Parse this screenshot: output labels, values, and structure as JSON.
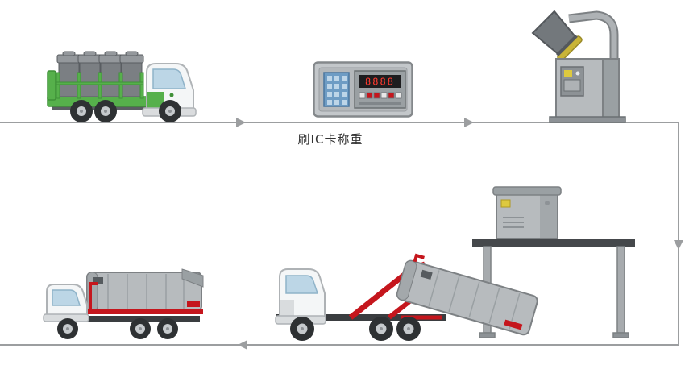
{
  "diagram": {
    "label_weigh_station": "刷IC卡称重",
    "led_display": "8888",
    "colors": {
      "flow_line": "#9c9ea0",
      "truck_green": "#56b04b",
      "machine_gray": "#b7bbbe",
      "accent_red": "#c5161d",
      "led_red": "#ff3a2f",
      "keypad_blue": "#6e9cc4",
      "canopy_beam": "#45484b",
      "window_blue": "#bcd6e6",
      "yellow_label": "#ddc93f"
    },
    "nodes": {
      "collection_truck": "garbage-collection-truck",
      "weighing_station": "ic-card-weighing-station",
      "bin_tipper": "bin-tipper-machine",
      "compactor_station": "compactor-canopy-station",
      "hooklift_loading": "hooklift-truck-loading-container",
      "transport_truck": "container-transport-truck"
    }
  }
}
